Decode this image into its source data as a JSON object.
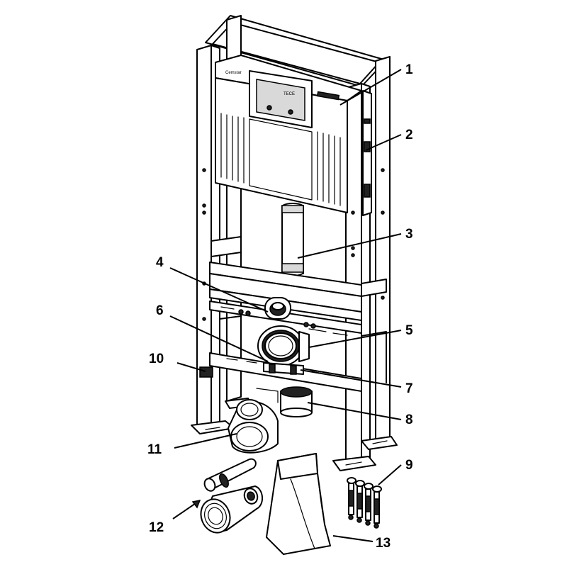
{
  "brand": {
    "plate_text": "TECE",
    "label_text": "Cemstar"
  },
  "callouts": [
    {
      "id": "1",
      "label": "1"
    },
    {
      "id": "2",
      "label": "2"
    },
    {
      "id": "3",
      "label": "3"
    },
    {
      "id": "4",
      "label": "4"
    },
    {
      "id": "5",
      "label": "5"
    },
    {
      "id": "6",
      "label": "6"
    },
    {
      "id": "7",
      "label": "7"
    },
    {
      "id": "8",
      "label": "8"
    },
    {
      "id": "9",
      "label": "9"
    },
    {
      "id": "10",
      "label": "10"
    },
    {
      "id": "11",
      "label": "11"
    },
    {
      "id": "12",
      "label": "12"
    },
    {
      "id": "13",
      "label": "13"
    }
  ]
}
